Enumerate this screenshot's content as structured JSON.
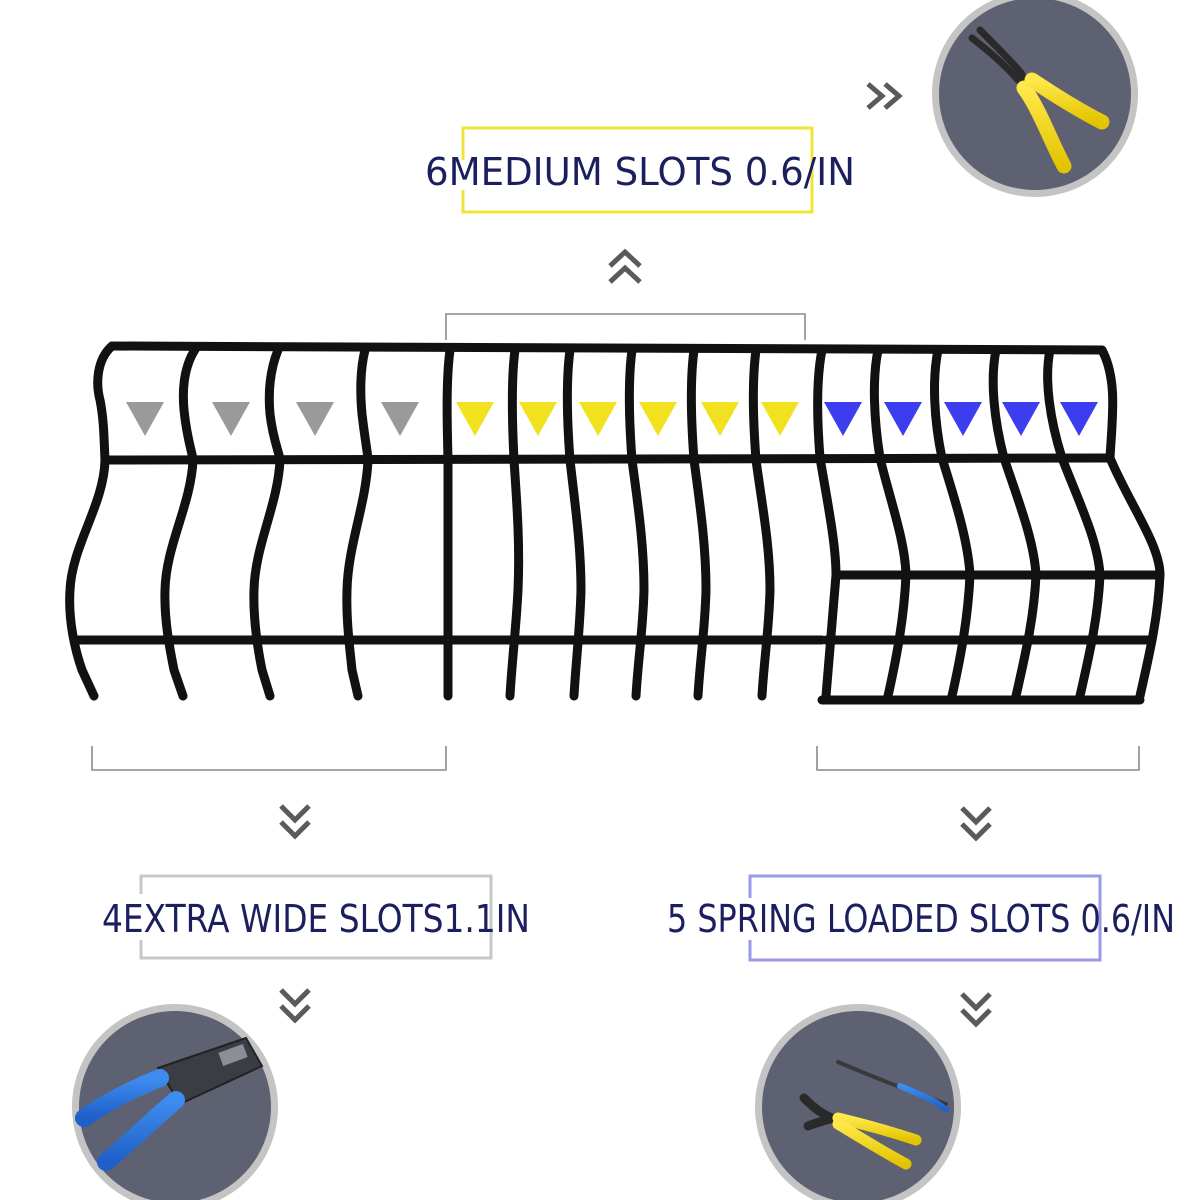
{
  "labels": {
    "medium": "6MEDIUM SLOTS 0.6/IN",
    "wide": "4EXTRA WIDE SLOTS1.1IN",
    "spring": "5 SPRING LOADED SLOTS 0.6/IN"
  },
  "colors": {
    "wire": "#111111",
    "wide": "#9a9a9a",
    "medium": "#f2e11f",
    "spring": "#3d3df0",
    "wide_frame": "#c8c8c8",
    "medium_frame": "#f0e43a",
    "spring_frame": "#9999e6",
    "label_text": "#1b1f5e",
    "chevron": "#555555",
    "circle_bg": "#5e6171",
    "circle_ring": "#c4c4c4"
  },
  "slots": {
    "wide_count": 4,
    "medium_count": 6,
    "spring_count": 5
  },
  "icons": {
    "medium_tool": "needle-nose-pliers-icon",
    "wide_tool": "crimping-tool-icon",
    "spring_tool": "cutters-and-pliers-icon"
  }
}
